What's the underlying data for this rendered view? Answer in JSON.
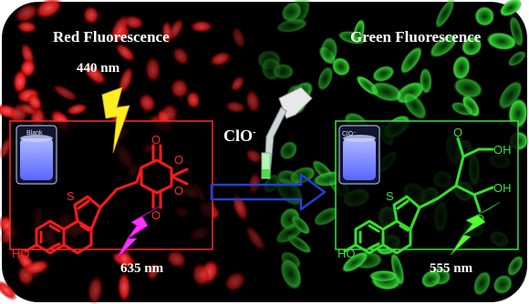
{
  "left_panel": {
    "title": "Red Fluorescence",
    "excitation": "440 nm",
    "emission": "635 nm",
    "vial_label": "Blank",
    "structure_atoms": {
      "sulfur": "S",
      "hydroxyl": "HO",
      "oxygens": [
        "O",
        "O",
        "O",
        "O"
      ]
    }
  },
  "right_panel": {
    "title": "Green Fluorescence",
    "emission": "555 nm",
    "vial_label": "ClO⁻",
    "structure_atoms": {
      "sulfur": "S",
      "hydroxyl": "HO",
      "oxygens": [
        "O",
        "O"
      ],
      "acid_oh": [
        "OH",
        "OH"
      ]
    }
  },
  "reagent": {
    "label": "ClO",
    "charge": "-"
  },
  "colors": {
    "background": "#000000",
    "red_structure": "#ff1a1a",
    "green_structure": "#33e02a",
    "arrow_outline": "#2340d8",
    "bolt_yellow": "#ffee22",
    "bolt_magenta": "#ff33ff",
    "bolt_green": "#55ff33",
    "vial_glow": "#7a8cff"
  }
}
